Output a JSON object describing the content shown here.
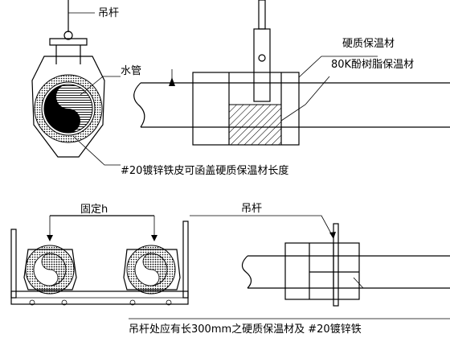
{
  "labels": {
    "hanger_rod_top": "吊杆",
    "water_pipe": "水管",
    "rigid_insulation": "硬质保温材",
    "insulation_80k": "80K酚树脂保温材",
    "galvanized_sheet": "#20镀锌铁皮可函盖硬质保温材长度",
    "fixed": "固定h",
    "hanger_rod_bottom": "吊杆",
    "bottom_note": "吊杆处应有长300mm之硬质保温材及 #20镀锌铁"
  },
  "colors": {
    "line": "#000000",
    "background": "#ffffff"
  }
}
